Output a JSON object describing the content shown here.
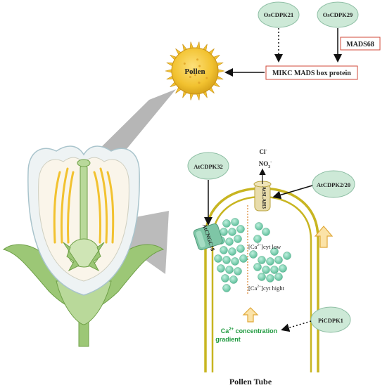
{
  "nodes": {
    "oscdpk21": "OsCDPK21",
    "oscdpk29": "OsCDPK29",
    "mads68": "MADS68",
    "mikc": "MIKC MADS box protein",
    "pollen": "Pollen",
    "atcdpk32": "AtCDPK32",
    "atcdpk220": "AtCDPK2/20",
    "picdpk1": "PiCDPK1"
  },
  "channels": {
    "atcngc18": "AtCNGC18",
    "atslah3": "AtSLAH3"
  },
  "ions": {
    "cl": "Cl",
    "no3": "NO",
    "no3_sub": "3",
    "neg": "-",
    "ca_symbol": "Ca",
    "ca_charge": "2+"
  },
  "calcium": {
    "low_label": "cyt low",
    "high_label": "cyt hight",
    "gradient_line1": "concentration",
    "gradient_line2": "gradient"
  },
  "title": "Pollen Tube",
  "colors": {
    "node_fill": "#cde9d7",
    "node_stroke": "#8fbfa5",
    "red_border": "#d04a3a",
    "tube_yellow": "#c8b521",
    "ca_green": "#7fcfb0",
    "pollen_yellow": "#f2c230",
    "flower_green": "#9cc776",
    "label_green": "#1f9a3f"
  }
}
